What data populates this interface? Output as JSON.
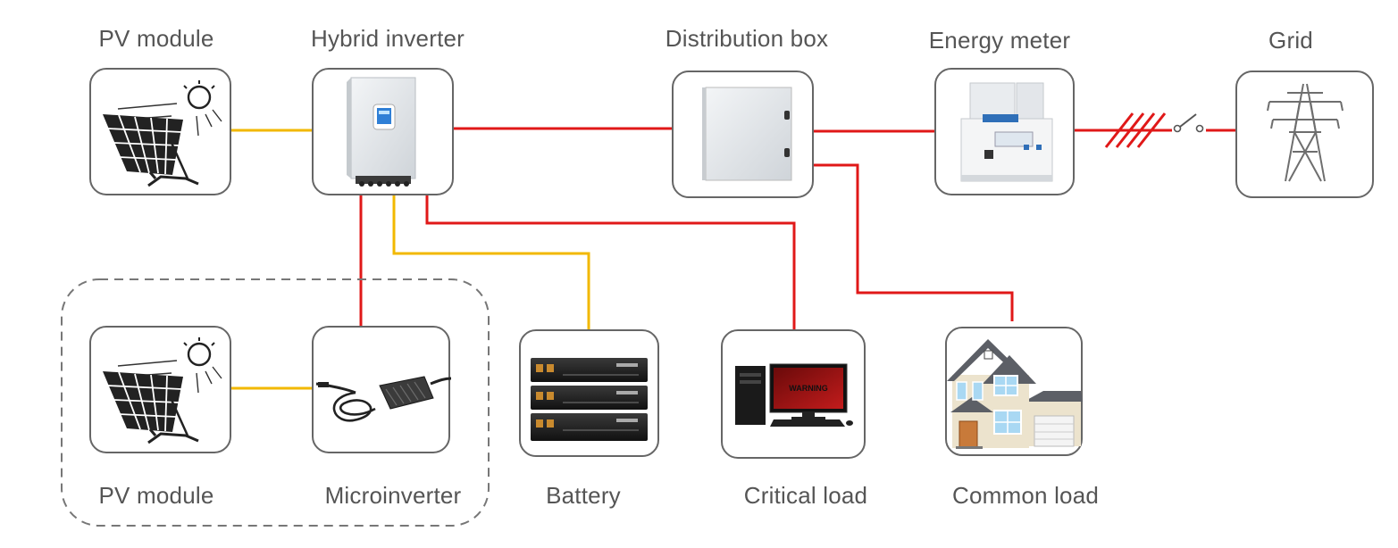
{
  "colors": {
    "ac_line": "#e01818",
    "dc_line": "#f2b800",
    "box_border": "#666666",
    "label_text": "#555555",
    "group_border": "#777777"
  },
  "labels": {
    "pv_module_top": "PV module",
    "hybrid_inverter": "Hybrid inverter",
    "distribution_box": "Distribution box",
    "energy_meter": "Energy meter",
    "grid": "Grid",
    "pv_module_bottom": "PV module",
    "microinverter": "Microinverter",
    "battery": "Battery",
    "critical_load": "Critical load",
    "common_load": "Common load"
  },
  "screen_text": "WARNING",
  "icons": [
    "solar-panel-icon",
    "hybrid-inverter-icon",
    "distribution-box-icon",
    "energy-meter-icon",
    "transmission-tower-icon",
    "solar-panel-icon",
    "microinverter-icon",
    "battery-stack-icon",
    "computer-icon",
    "house-icon",
    "switch-icon"
  ]
}
